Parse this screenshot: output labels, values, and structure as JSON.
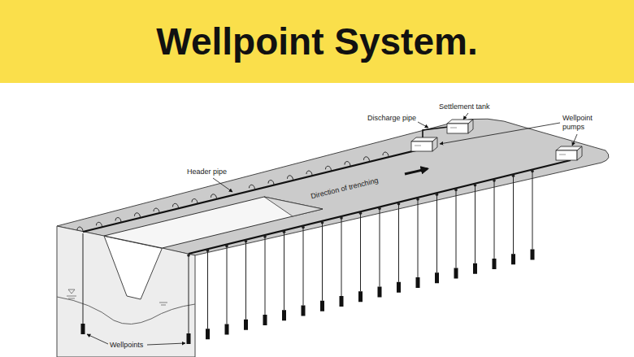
{
  "diagram": {
    "title": "Wellpoint System.",
    "labels": [
      "Settlement tank",
      "Discharge pipe",
      "Wellpoint pumps",
      "Header pipe",
      "Direction of trenching",
      "Wellpoints"
    ]
  }
}
